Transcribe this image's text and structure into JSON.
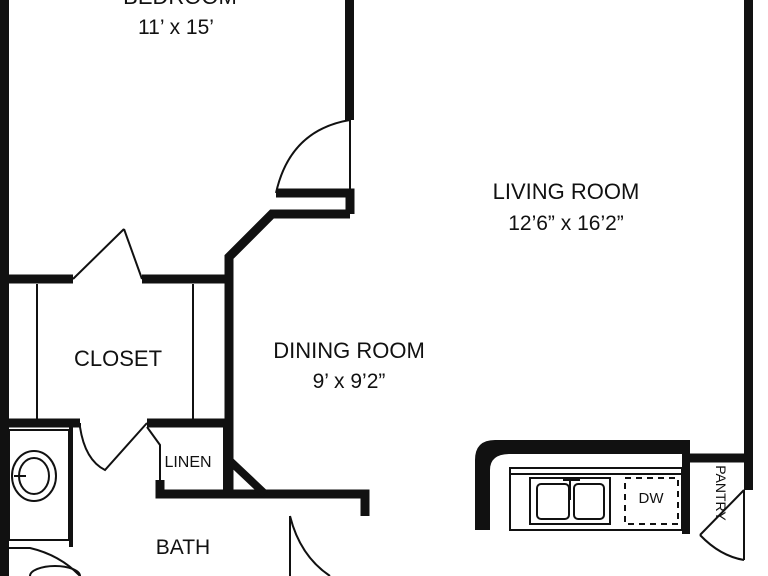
{
  "rooms": {
    "bedroom": {
      "name": "BEDROOM",
      "size": "11’ x 15’"
    },
    "living": {
      "name": "LIVING ROOM",
      "size": "12’6” x 16’2”"
    },
    "dining": {
      "name": "DINING ROOM",
      "size": "9’ x 9’2”"
    },
    "closet": {
      "name": "CLOSET"
    },
    "linen": {
      "name": "LINEN"
    },
    "bath": {
      "name": "BATH"
    },
    "pantry": {
      "name": "PANTRY"
    },
    "dishwasher": {
      "name": "DW"
    }
  },
  "colors": {
    "wall": "#111111",
    "background": "#ffffff"
  }
}
